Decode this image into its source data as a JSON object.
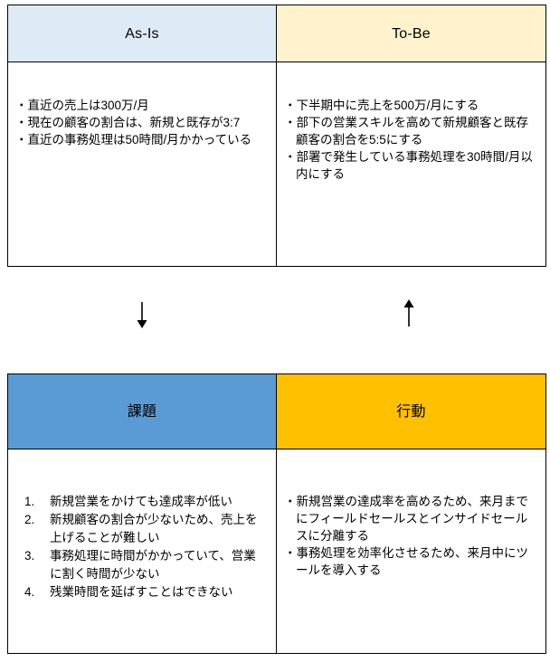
{
  "top_matrix": {
    "columns": [
      {
        "id": "as-is",
        "header": "As-Is",
        "header_bg": "#DEEAF6",
        "bullets": [
          "直近の売上は300万/月",
          "現在の顧客の割合は、新規と既存が3:7",
          "直近の事務処理は50時間/月かかっている"
        ]
      },
      {
        "id": "to-be",
        "header": "To-Be",
        "header_bg": "#FFF2CC",
        "bullets": [
          "下半期中に売上を500万/月にする",
          "部下の営業スキルを高めて新規顧客と既存顧客の割合を5:5にする",
          "部署で発生している事務処理を30時間/月以内にする"
        ]
      }
    ]
  },
  "connectors": [
    {
      "id": "down-arrow",
      "glyph": "↓",
      "direction": "down"
    },
    {
      "id": "up-arrow",
      "glyph": "↑",
      "direction": "up"
    }
  ],
  "bottom_matrix": {
    "columns": [
      {
        "id": "issues",
        "header": "課題",
        "header_bg": "#5B9BD5",
        "items": [
          "新規営業をかけても達成率が低い",
          "新規顧客の割合が少ないため、売上を上げることが難しい",
          "事務処理に時間がかかっていて、営業に割く時間が少ない",
          "残業時間を延ばすことはできない"
        ]
      },
      {
        "id": "actions",
        "header": "行動",
        "header_bg": "#FFC000",
        "bullets": [
          "新規営業の達成率を高めるため、来月までにフィールドセールスとインサイドセールスに分離する",
          "事務処理を効率化させるため、来月中にツールを導入する"
        ]
      }
    ]
  },
  "colors": {
    "border": "#000000",
    "as_is_header": "#DEEAF6",
    "to_be_header": "#FFF2CC",
    "issue_header": "#5B9BD5",
    "action_header": "#FFC000",
    "page_background": "#FFFFFF",
    "arrow": "#000000"
  }
}
